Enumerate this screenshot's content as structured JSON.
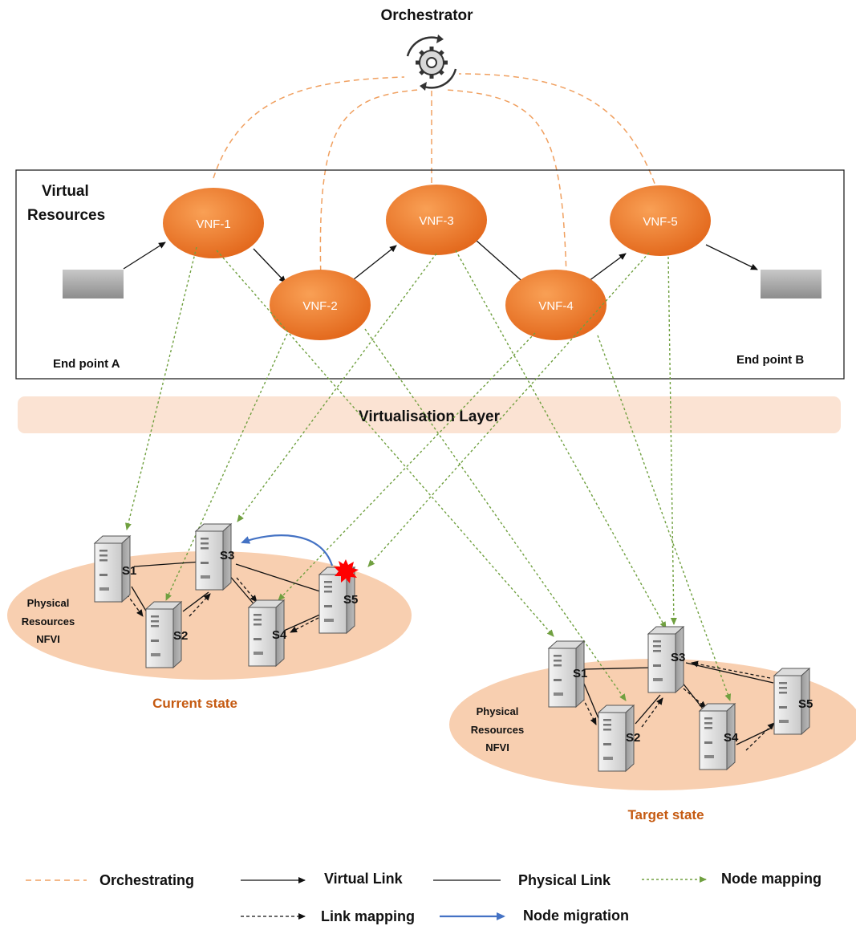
{
  "title": "Orchestrator",
  "virtual_resources": {
    "label_line1": "Virtual",
    "label_line2": "Resources",
    "vnfs": [
      "VNF-1",
      "VNF-2",
      "VNF-3",
      "VNF-4",
      "VNF-5"
    ],
    "endpoint_a": "End point A",
    "endpoint_b": "End point B"
  },
  "virtualisation_layer": "Virtualisation Layer",
  "current": {
    "servers": [
      "S1",
      "S3",
      "S5",
      "S2",
      "S4"
    ],
    "phys_line1": "Physical",
    "phys_line2": "Resources",
    "phys_line3": "NFVI",
    "state_label": "Current state"
  },
  "target": {
    "servers": [
      "S1",
      "S3",
      "S5",
      "S2",
      "S4"
    ],
    "phys_line1": "Physical",
    "phys_line2": "Resources",
    "phys_line3": "NFVI",
    "state_label": "Target state"
  },
  "legend": {
    "orchestrating": "Orchestrating",
    "virtual_link": "Virtual Link",
    "physical_link": "Physical Link",
    "node_mapping": "Node mapping",
    "link_mapping": "Link mapping",
    "node_migration": "Node migration"
  },
  "colors": {
    "vnf": "#ee7320",
    "ellipse": "#f8cfb0",
    "state_label": "#c55a11",
    "orchestrating": "#f0a060",
    "mapping": "#70a040",
    "migration": "#4472c4",
    "fault": "#ff0000"
  }
}
